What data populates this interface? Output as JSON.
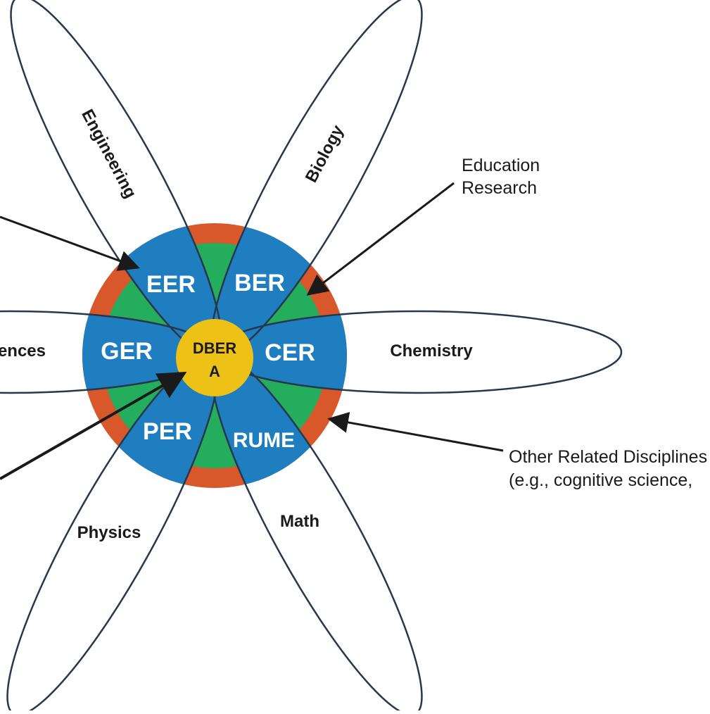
{
  "colors": {
    "petal_stroke": "#26384d",
    "ring_blue": "#1f7ec0",
    "ring_green": "#23ad5c",
    "ring_orange": "#d9582b",
    "core_yellow": "#eec117",
    "arrow": "#1a1a1a"
  },
  "petals": {
    "engineering": "Engineering",
    "biology": "Biology",
    "chemistry": "Chemistry",
    "math": "Math",
    "physics": "Physics",
    "geosciences": "ences"
  },
  "segments": {
    "eer": "EER",
    "ber": "BER",
    "cer": "CER",
    "rume": "RUME",
    "per": "PER",
    "ger": "GER"
  },
  "core": {
    "line1": "DBER",
    "line2": "A"
  },
  "notes": {
    "education_line1": "Education",
    "education_line2": "Research",
    "other_line1": "Other Related Disciplines",
    "other_line2": "(e.g., cognitive science, "
  }
}
